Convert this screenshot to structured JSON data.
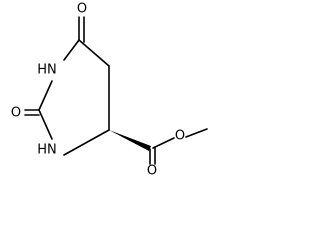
{
  "molecule": {
    "atoms": {
      "o_top": "O",
      "nh_top": "HN",
      "o_left": "O",
      "nh_bottom": "HN",
      "o_carbonyl": "O",
      "o_ester": "O"
    }
  }
}
